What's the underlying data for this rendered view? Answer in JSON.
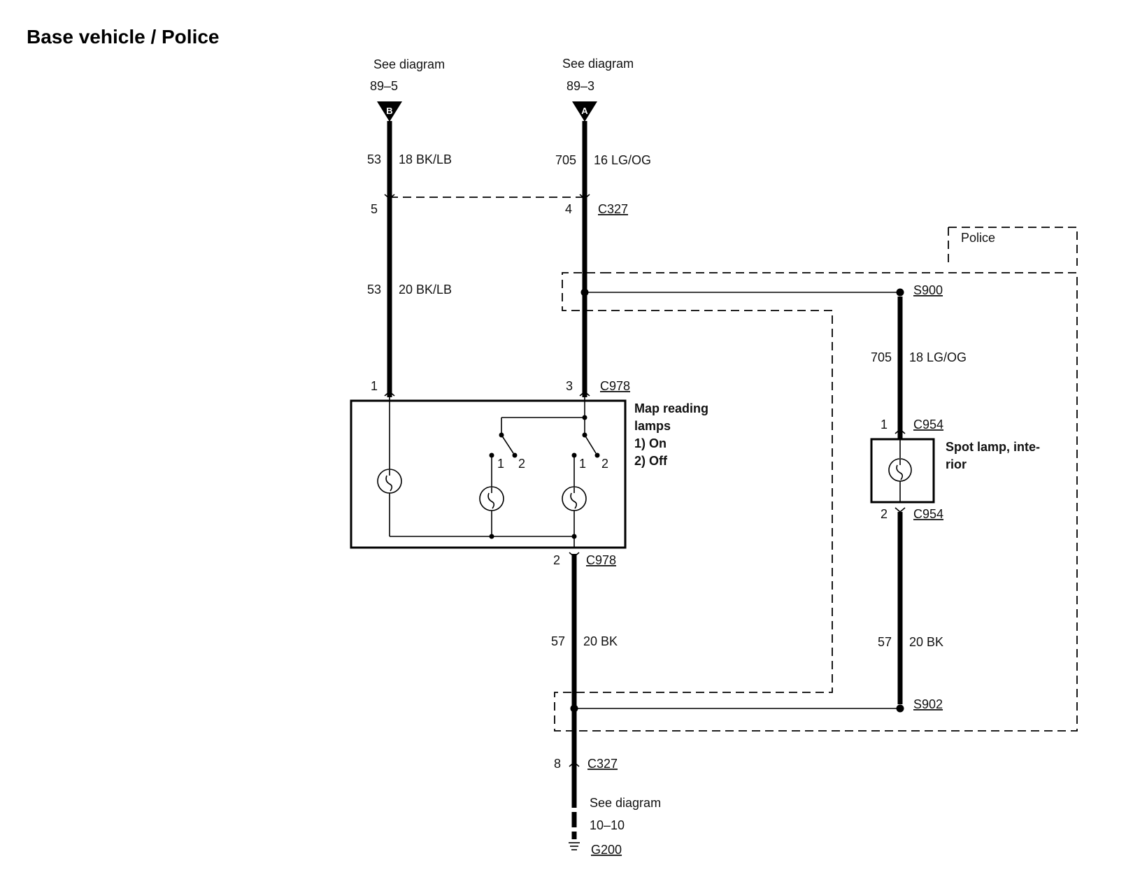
{
  "title": "Base vehicle / Police",
  "refs": {
    "b": {
      "see": "See diagram",
      "page": "89–5",
      "letter": "B"
    },
    "a": {
      "see": "See diagram",
      "page": "89–3",
      "letter": "A"
    },
    "ground": {
      "see": "See diagram",
      "page": "10–10",
      "id": "G200"
    }
  },
  "wires": {
    "b_top": {
      "circuit": "53",
      "spec": "18 BK/LB"
    },
    "a_top": {
      "circuit": "705",
      "spec": "16 LG/OG"
    },
    "b_mid": {
      "circuit": "53",
      "spec": "20 BK/LB"
    },
    "spot_feed": {
      "circuit": "705",
      "spec": "18 LG/OG"
    },
    "map_ground": {
      "circuit": "57",
      "spec": "20 BK"
    },
    "spot_ground": {
      "circuit": "57",
      "spec": "20 BK"
    }
  },
  "connectors": {
    "c327_top": {
      "id": "C327",
      "pin_b": "5",
      "pin_a": "4"
    },
    "c978_top": {
      "id": "C978",
      "pin_1": "1",
      "pin_3": "3"
    },
    "c978_bottom": {
      "id": "C978",
      "pin": "2"
    },
    "c327_bottom": {
      "id": "C327",
      "pin": "8"
    },
    "c954_top": {
      "id": "C954",
      "pin": "1"
    },
    "c954_bottom": {
      "id": "C954",
      "pin": "2"
    }
  },
  "splices": {
    "s900": "S900",
    "s902": "S902"
  },
  "police_label": "Police",
  "map_lamps": {
    "name_line1": "Map reading",
    "name_line2": "lamps",
    "legend_on": "1)   On",
    "legend_off": "2)   Off",
    "sw_left_1": "1",
    "sw_left_2": "2",
    "sw_right_1": "1",
    "sw_right_2": "2"
  },
  "spot_lamp": {
    "name_line1": "Spot lamp, inte-",
    "name_line2": "rior"
  }
}
